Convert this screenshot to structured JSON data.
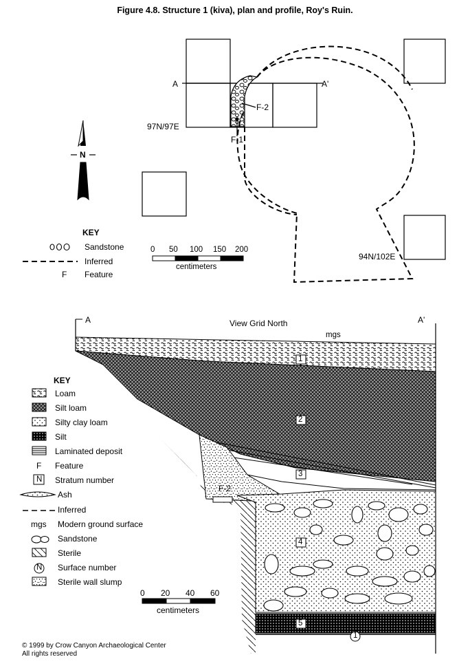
{
  "title": "Figure 4.8.  Structure 1 (kiva), plan and profile, Roy's Ruin.",
  "plan": {
    "section_left": "A",
    "section_right": "A'",
    "grid_label_1": "97N/97E",
    "grid_label_2": "94N/102E",
    "feature_1": "F-1",
    "feature_2": "F-2",
    "north": "N",
    "key_title": "KEY",
    "key_items": [
      "Sandstone",
      "Inferred",
      "Feature"
    ],
    "key_feature_symbol": "F",
    "scale_ticks": [
      "0",
      "50",
      "100",
      "150",
      "200"
    ],
    "scale_unit": "centimeters"
  },
  "profile": {
    "left_label": "A",
    "right_label": "A'",
    "view_label": "View Grid North",
    "mgs": "mgs",
    "strata": [
      "1",
      "2",
      "3",
      "4",
      "5"
    ],
    "surface_number": "1",
    "feature_label": "F-2",
    "key_title": "KEY",
    "key_items": [
      "Loam",
      "Silt loam",
      "Silty clay loam",
      "Silt",
      "Laminated deposit",
      "Feature",
      "Stratum number",
      "Ash",
      "Inferred",
      "Modern ground surface",
      "Sandstone",
      "Sterile",
      "Surface number",
      "Sterile wall slump"
    ],
    "key_symbols": {
      "feature": "F",
      "stratum": "N",
      "mgs": "mgs",
      "surface": "N"
    },
    "scale_ticks": [
      "0",
      "20",
      "40",
      "60"
    ],
    "scale_unit": "centimeters"
  },
  "copyright": [
    "© 1999 by Crow Canyon Archaeological Center",
    "All rights reserved"
  ]
}
